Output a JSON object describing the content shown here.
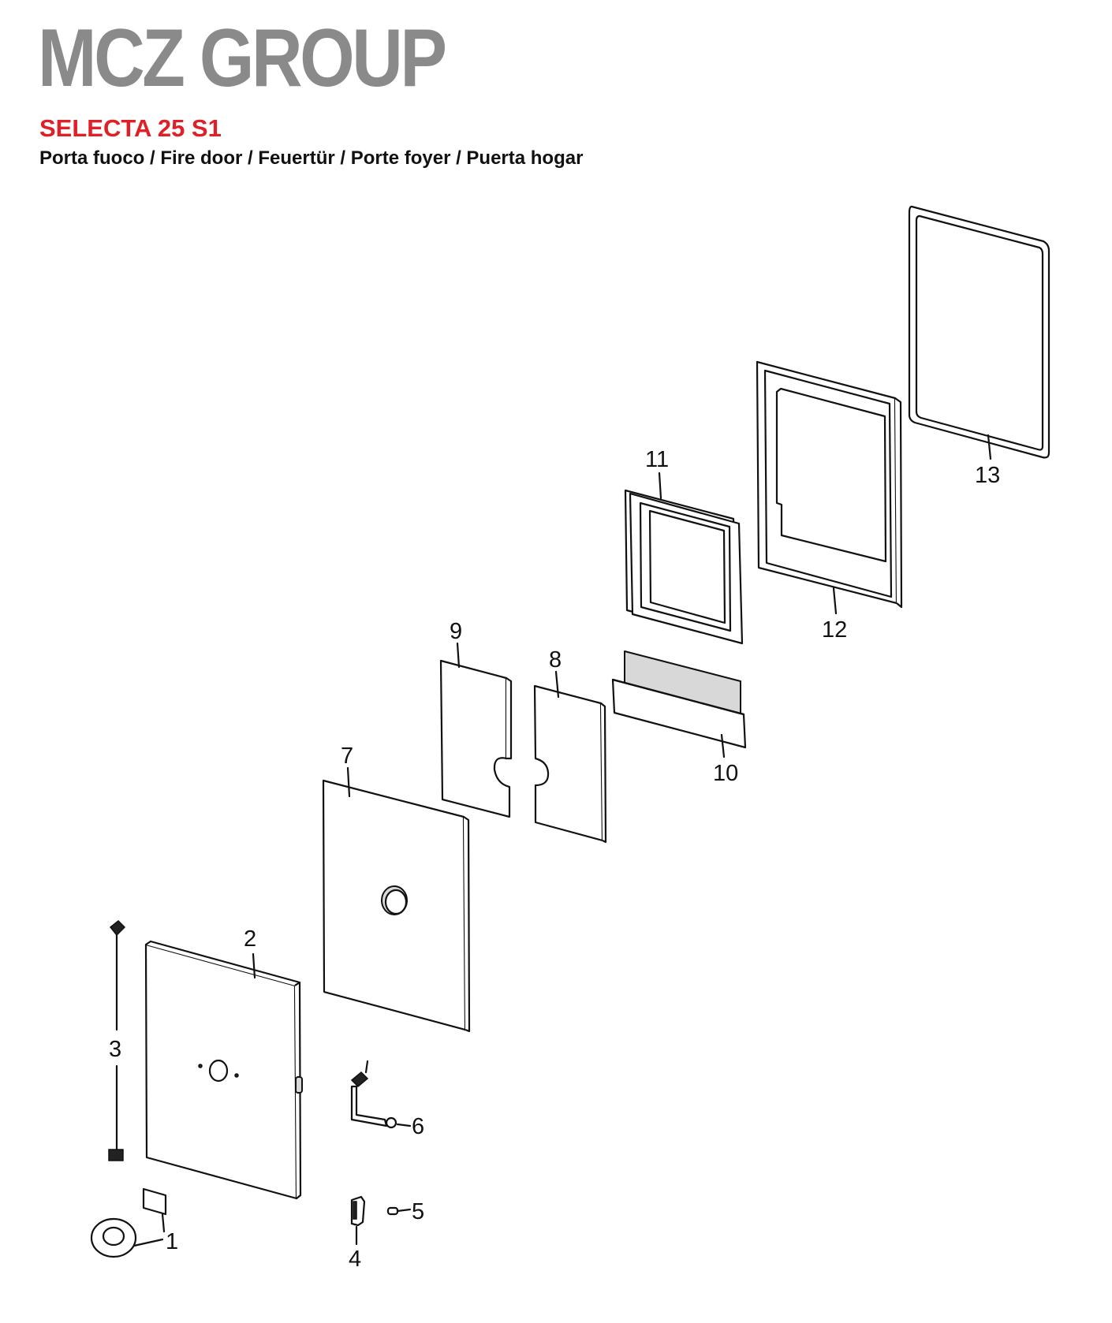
{
  "header": {
    "brand": "MCZ GROUP",
    "model": "SELECTA 25 S1",
    "subtitle": "Porta fuoco / Fire door / Feuertür / Porte foyer / Puerta hogar"
  },
  "colors": {
    "brand_gray": "#8a8a8a",
    "model_red": "#e01f26",
    "line": "#111111"
  },
  "parts": [
    {
      "id": "1",
      "label": "1"
    },
    {
      "id": "2",
      "label": "2"
    },
    {
      "id": "3",
      "label": "3"
    },
    {
      "id": "4",
      "label": "4"
    },
    {
      "id": "5",
      "label": "5"
    },
    {
      "id": "6",
      "label": "6"
    },
    {
      "id": "7",
      "label": "7"
    },
    {
      "id": "8",
      "label": "8"
    },
    {
      "id": "9",
      "label": "9"
    },
    {
      "id": "10",
      "label": "10"
    },
    {
      "id": "11",
      "label": "11"
    },
    {
      "id": "12",
      "label": "12"
    },
    {
      "id": "13",
      "label": "13"
    }
  ]
}
